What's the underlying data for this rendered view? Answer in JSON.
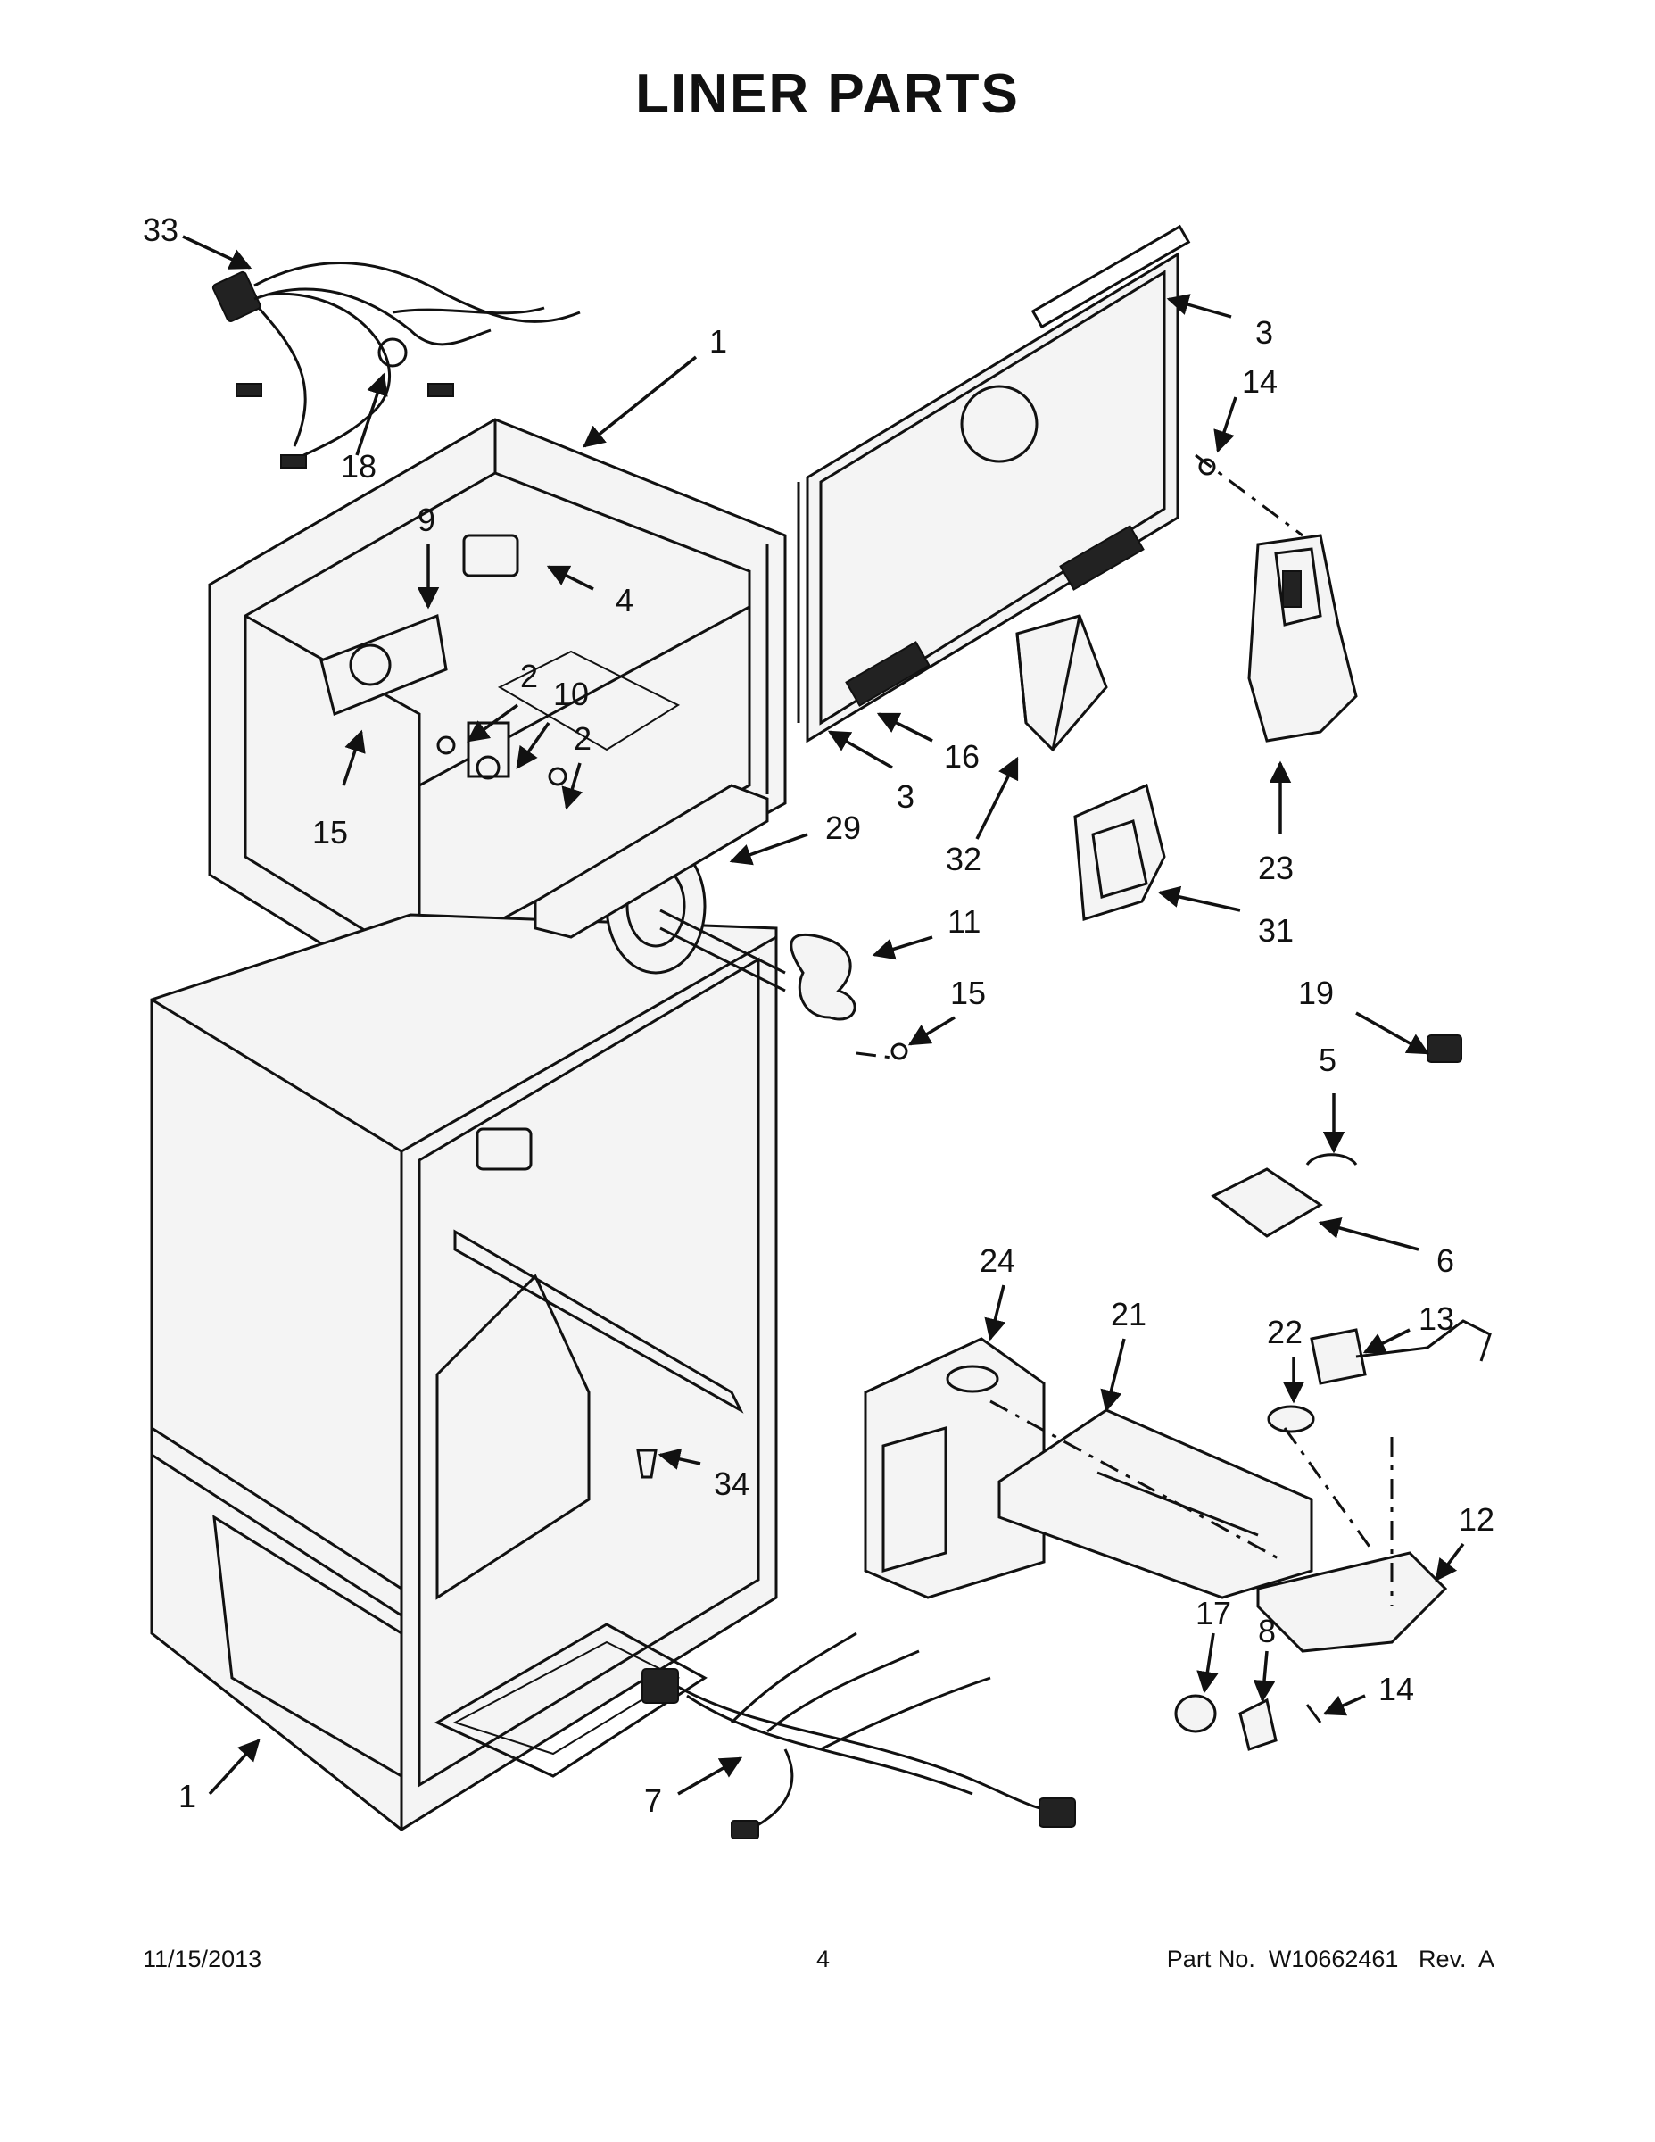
{
  "title": "LINER PARTS",
  "footer": {
    "date": "11/15/2013",
    "page": "4",
    "part_no": "Part No.  W10662461   Rev.  A"
  },
  "callouts": [
    "33",
    "18",
    "1",
    "9",
    "4",
    "2",
    "10",
    "15",
    "29",
    "3",
    "14",
    "16",
    "32",
    "23",
    "31",
    "11",
    "19",
    "5",
    "6",
    "24",
    "21",
    "22",
    "13",
    "34",
    "12",
    "17",
    "8",
    "7"
  ]
}
